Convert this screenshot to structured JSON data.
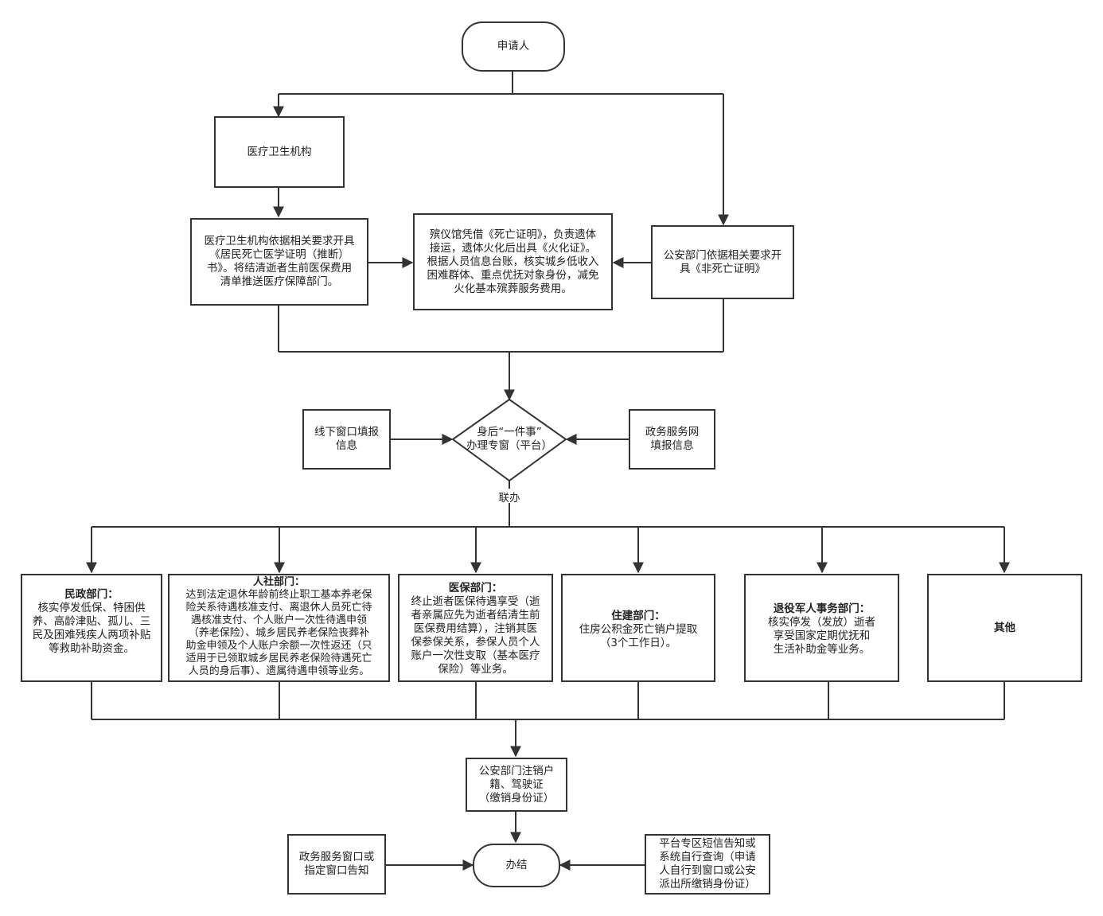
{
  "nodes": {
    "applicant": "申请人",
    "medical_institution": "医疗卫生机构",
    "medical_certificate": "医疗卫生机构依据相关要求开具\n《居民死亡医学证明（推断）\n书》。将结清逝者生前医保费用\n清单推送医疗保障部门。",
    "funeral_home": "殡仪馆凭借《死亡证明》，负责遗体\n接运，遗体火化后出具《火化证》。\n根据人员信息台账，核实城乡低收入\n困难群体、重点优抚对象身份，减免\n火化基本殡葬服务费用。",
    "public_security_cert": "公安部门依据相关要求开\n具《非死亡证明》",
    "offline_window": "线下窗口填报\n信息",
    "platform": "身后“一件事”\n办理专窗（平台）",
    "gov_service_net": "政务服务网\n填报信息",
    "joint_label": "联办",
    "civil_affairs_title": "民政部门：",
    "civil_affairs_body": "核实停发低保、特困供\n养、高龄津贴、孤儿、三\n民及困难残疾人两项补贴\n等救助补助资金。",
    "hr_title": "人社部门：",
    "hr_body": "达到法定退休年龄前终止职工基本养老保\n险关系待遇核准支付、离退休人员死亡待\n遇核准支付、个人账户一次性待遇申领\n（养老保险）、城乡居民养老保险丧葬补\n助金申领及个人账户余额一次性返还（只\n适用于已领取城乡居民养老保险待遇死亡\n人员的身后事）、遗属待遇申领等业务。",
    "medical_insurance_title": "医保部门：",
    "medical_insurance_body": "终止逝者医保待遇享受（逝\n者亲属应先为逝者结清生前\n医保费用结算），注销其医\n保参保关系，参保人员个人\n账户一次性支取（基本医疗\n保险）等业务。",
    "housing_title": "住建部门：",
    "housing_body": "住房公积金死亡销户提取\n（3个工作日）。",
    "veterans_title": "退役军人事务部门：",
    "veterans_body": "核实停发（发放）逝者\n享受国家定期优抚和\n生活补助金等业务。",
    "others": "其他",
    "household_cancel": "公安部门注销户\n籍、驾驶证\n（缴销身份证）",
    "gov_window_notice": "政务服务窗口或\n指定窗口告知",
    "completed": "办结",
    "sms_notice": "平台专区短信告知或\n系统自行查询（申请\n人自行到窗口或公安\n派出所缴销身份证）"
  },
  "colors": {
    "stroke": "#333333",
    "background": "#ffffff"
  }
}
